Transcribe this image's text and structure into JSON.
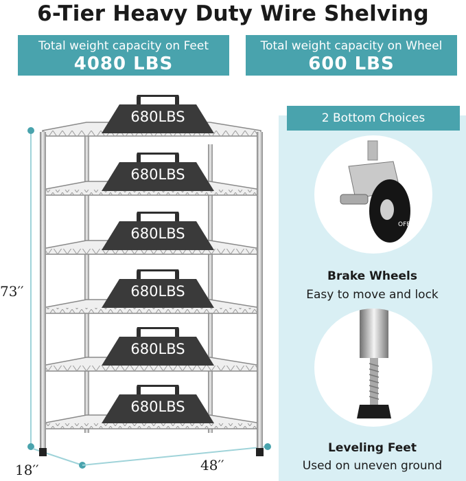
{
  "title": "6-Tier Heavy Duty Wire Shelving",
  "banners": {
    "feet": {
      "label": "Total weight capacity on Feet",
      "value": "4080 LBS"
    },
    "wheel": {
      "label": "Total weight capacity on Wheel",
      "value": "600 LBS"
    }
  },
  "shelf": {
    "weight_label": "680LBS",
    "height": "73′′",
    "depth": "18′′",
    "width": "48′′"
  },
  "panel": {
    "header": "2 Bottom Choices",
    "wheel_label": "OFF",
    "wheels_title": "Brake Wheels",
    "wheels_sub": "Easy to move and lock",
    "feet_title": "Leveling Feet",
    "feet_sub": "Used on uneven ground"
  },
  "colors": {
    "accent": "#49a3ad",
    "panel_bg": "#d9eff4",
    "weight": "#3a3a3a"
  }
}
